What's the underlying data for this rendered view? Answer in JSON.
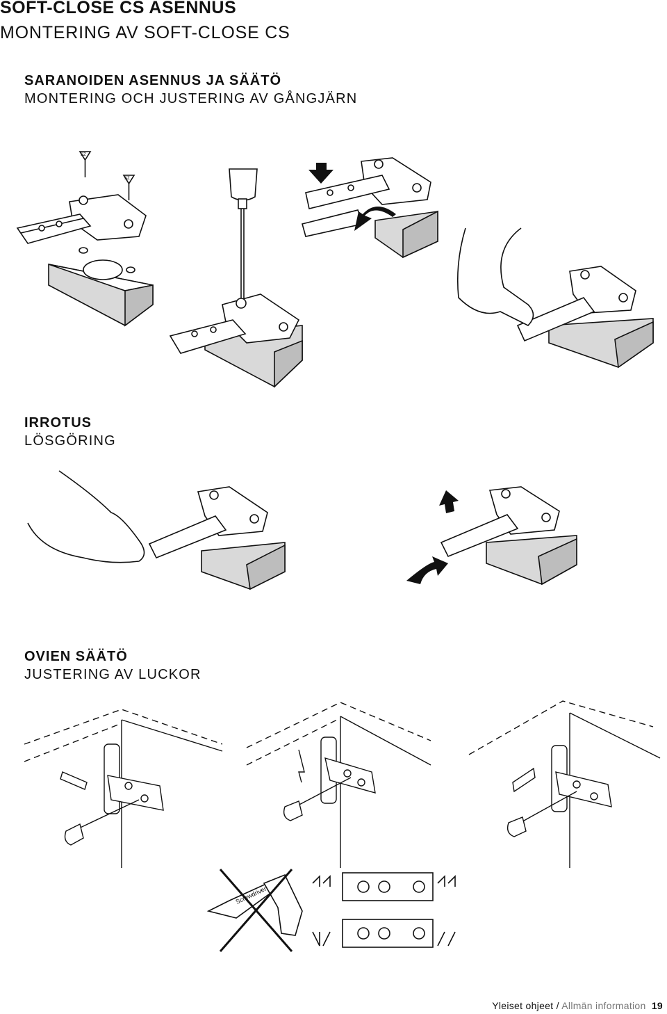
{
  "header": {
    "title_fi": "SOFT-CLOSE CS ASENNUS",
    "title_sv": "MONTERING AV SOFT-CLOSE CS"
  },
  "sections": {
    "mounting": {
      "title_fi": "SARANOIDEN ASENNUS JA SÄÄTÖ",
      "title_sv": "MONTERING OCH JUSTERING AV GÅNGJÄRN",
      "screw_label": "SZ"
    },
    "removal": {
      "title_fi": "IRROTUS",
      "title_sv": "LÖSGÖRING"
    },
    "adjustment": {
      "title_fi": "OVIEN SÄÄTÖ",
      "title_sv": "JUSTERING AV LUCKOR",
      "drill_label": "Screwdriver"
    }
  },
  "footer": {
    "text": "Yleiset ohjeet /",
    "text_sv": "Allmän information",
    "page_number": "19"
  }
}
